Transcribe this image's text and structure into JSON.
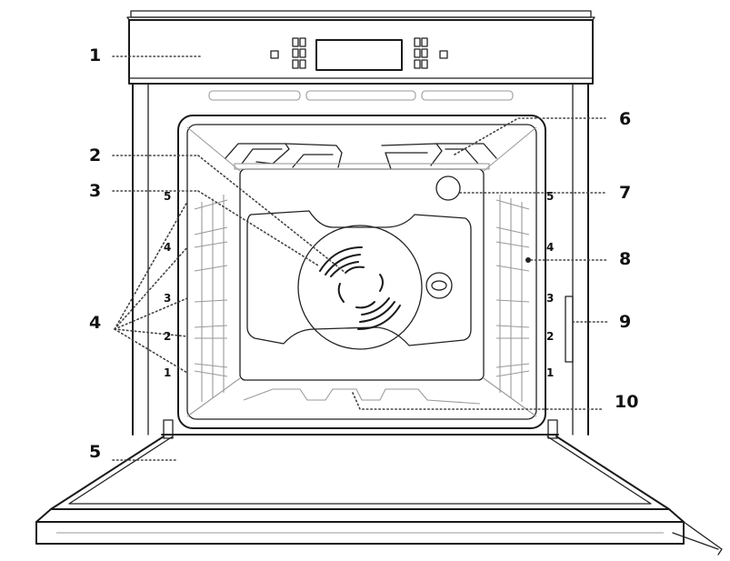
{
  "callouts": [
    {
      "id": "c1",
      "label": "1"
    },
    {
      "id": "c2",
      "label": "2"
    },
    {
      "id": "c3",
      "label": "3"
    },
    {
      "id": "c4",
      "label": "4"
    },
    {
      "id": "c5",
      "label": "5"
    },
    {
      "id": "c6",
      "label": "6"
    },
    {
      "id": "c7",
      "label": "7"
    },
    {
      "id": "c8",
      "label": "8"
    },
    {
      "id": "c9",
      "label": "9"
    },
    {
      "id": "c10",
      "label": "10"
    }
  ],
  "shelf_levels": {
    "left": [
      "5",
      "4",
      "3",
      "2",
      "1"
    ],
    "right": [
      "5",
      "4",
      "3",
      "2",
      "1"
    ]
  }
}
